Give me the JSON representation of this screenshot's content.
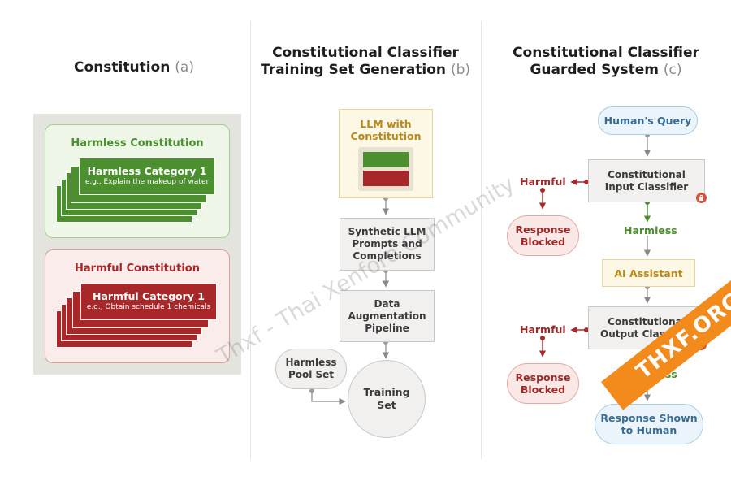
{
  "titles": {
    "a": {
      "text": "Constitution",
      "label": "(a)"
    },
    "b": {
      "line1": "Constitutional Classifier",
      "line2": "Training Set Generation",
      "label": "(b)"
    },
    "c": {
      "line1": "Constitutional Classifier",
      "line2": "Guarded System",
      "label": "(c)"
    }
  },
  "constitution": {
    "harmless": {
      "title": "Harmless Constitution",
      "category": "Harmless Category 1",
      "example": "e.g., Explain the makeup of water"
    },
    "harmful": {
      "title": "Harmful Constitution",
      "category": "Harmful Category 1",
      "example": "e.g., Obtain schedule 1 chemicals"
    }
  },
  "training": {
    "llm": {
      "line1": "LLM with",
      "line2": "Constitution"
    },
    "synthetic": {
      "line1": "Synthetic LLM",
      "line2": "Prompts and",
      "line3": "Completions"
    },
    "augmentation": {
      "line1": "Data",
      "line2": "Augmentation",
      "line3": "Pipeline"
    },
    "pool": {
      "line1": "Harmless",
      "line2": "Pool Set"
    },
    "training_set": {
      "line1": "Training",
      "line2": "Set"
    }
  },
  "guarded": {
    "query": "Human's Query",
    "input_classifier": {
      "line1": "Constitutional",
      "line2": "Input Classifier"
    },
    "output_classifier": {
      "line1": "Constitutional",
      "line2": "Output Classifier"
    },
    "assistant": "AI Assistant",
    "harmful": "Harmful",
    "harmless": "Harmless",
    "blocked": {
      "line1": "Response",
      "line2": "Blocked"
    },
    "shown": {
      "line1": "Response Shown",
      "line2": "to Human"
    }
  },
  "colors": {
    "harmless_green": "#4b8f2e",
    "harmful_red": "#a8282a",
    "llm_gold": "#b8891a",
    "query_blue": "#3a6d93",
    "lock_orange": "#d2553d"
  },
  "watermark": "Thxf - Thai Xenforo Community",
  "logo": "THXF.ORG"
}
